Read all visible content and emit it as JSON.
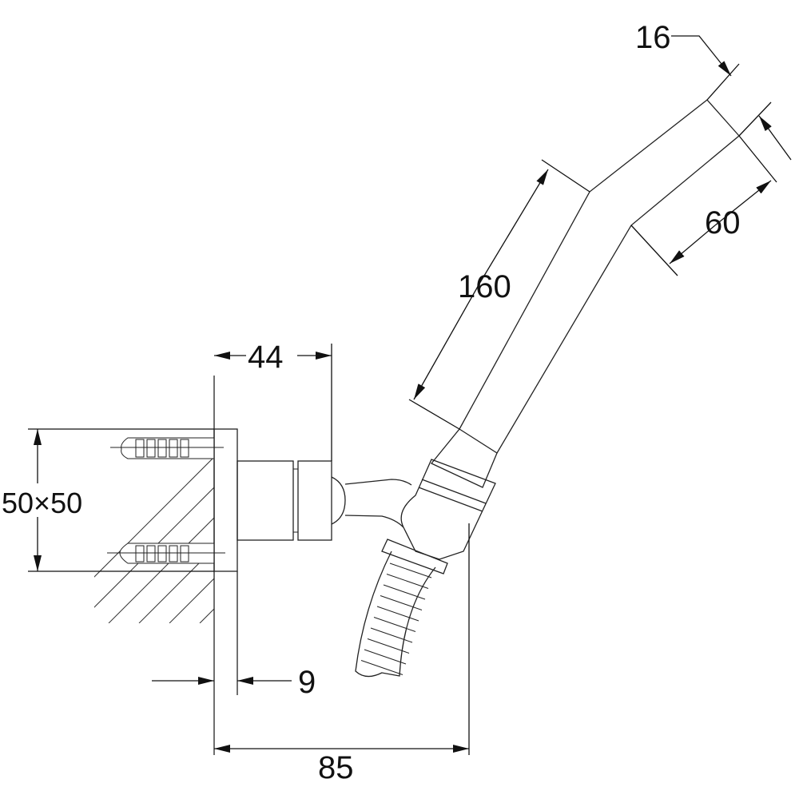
{
  "dimensions": {
    "head_width": "16",
    "head_length": "60",
    "handle_length": "160",
    "outlet_depth": "44",
    "plate_size": "50×50",
    "plate_thickness": "9",
    "total_depth": "85"
  },
  "colors": {
    "line": "#222222",
    "background": "#ffffff"
  }
}
